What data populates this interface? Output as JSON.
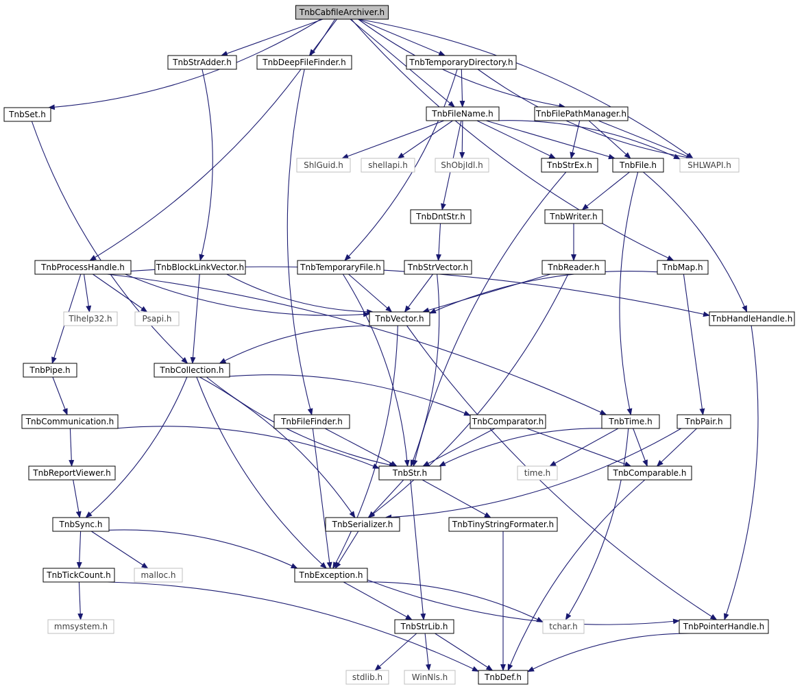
{
  "colors": {
    "edge": "#191970",
    "root_fill": "#bfbfbf",
    "node_border": "#000000",
    "external_border": "#bfbfbf",
    "external_text": "#404040",
    "text": "#000000"
  },
  "nodes": {
    "root": {
      "label": "TnbCabfileArchiver.h",
      "kind": "root"
    },
    "set": {
      "label": "TnbSet.h",
      "kind": "local"
    },
    "strAdder": {
      "label": "TnbStrAdder.h",
      "kind": "local"
    },
    "deepFileFinder": {
      "label": "TnbDeepFileFinder.h",
      "kind": "local"
    },
    "tempDir": {
      "label": "TnbTemporaryDirectory.h",
      "kind": "local"
    },
    "fileName": {
      "label": "TnbFileName.h",
      "kind": "local"
    },
    "filePathMgr": {
      "label": "TnbFilePathManager.h",
      "kind": "local"
    },
    "shlguid": {
      "label": "ShlGuid.h",
      "kind": "external"
    },
    "shellapi": {
      "label": "shellapi.h",
      "kind": "external"
    },
    "shobjidl": {
      "label": "ShObjIdl.h",
      "kind": "external"
    },
    "strEx": {
      "label": "TnbStrEx.h",
      "kind": "local"
    },
    "file": {
      "label": "TnbFile.h",
      "kind": "local"
    },
    "shlwapi": {
      "label": "SHLWAPI.h",
      "kind": "external"
    },
    "dntStr": {
      "label": "TnbDntStr.h",
      "kind": "local"
    },
    "writer": {
      "label": "TnbWriter.h",
      "kind": "local"
    },
    "processHandle": {
      "label": "TnbProcessHandle.h",
      "kind": "local"
    },
    "blockLinkVector": {
      "label": "TnbBlockLinkVector.h",
      "kind": "local"
    },
    "tempFile": {
      "label": "TnbTemporaryFile.h",
      "kind": "local"
    },
    "strVector": {
      "label": "TnbStrVector.h",
      "kind": "local"
    },
    "reader": {
      "label": "TnbReader.h",
      "kind": "local"
    },
    "map": {
      "label": "TnbMap.h",
      "kind": "local"
    },
    "tlhelp32": {
      "label": "Tlhelp32.h",
      "kind": "external"
    },
    "psapi": {
      "label": "Psapi.h",
      "kind": "external"
    },
    "vector": {
      "label": "TnbVector.h",
      "kind": "local"
    },
    "handleHandle": {
      "label": "TnbHandleHandle.h",
      "kind": "local"
    },
    "pipe": {
      "label": "TnbPipe.h",
      "kind": "local"
    },
    "collection": {
      "label": "TnbCollection.h",
      "kind": "local"
    },
    "communication": {
      "label": "TnbCommunication.h",
      "kind": "local"
    },
    "fileFinder": {
      "label": "TnbFileFinder.h",
      "kind": "local"
    },
    "comparator": {
      "label": "TnbComparator.h",
      "kind": "local"
    },
    "time": {
      "label": "TnbTime.h",
      "kind": "local"
    },
    "pair": {
      "label": "TnbPair.h",
      "kind": "local"
    },
    "reportViewer": {
      "label": "TnbReportViewer.h",
      "kind": "local"
    },
    "str": {
      "label": "TnbStr.h",
      "kind": "local"
    },
    "timeh": {
      "label": "time.h",
      "kind": "external"
    },
    "comparable": {
      "label": "TnbComparable.h",
      "kind": "local"
    },
    "sync": {
      "label": "TnbSync.h",
      "kind": "local"
    },
    "serializer": {
      "label": "TnbSerializer.h",
      "kind": "local"
    },
    "tinyFmt": {
      "label": "TnbTinyStringFormater.h",
      "kind": "local"
    },
    "tickCount": {
      "label": "TnbTickCount.h",
      "kind": "local"
    },
    "malloc": {
      "label": "malloc.h",
      "kind": "external"
    },
    "exception": {
      "label": "TnbException.h",
      "kind": "local"
    },
    "mmsystem": {
      "label": "mmsystem.h",
      "kind": "external"
    },
    "strLib": {
      "label": "TnbStrLib.h",
      "kind": "local"
    },
    "tchar": {
      "label": "tchar.h",
      "kind": "external"
    },
    "pointerHandle": {
      "label": "TnbPointerHandle.h",
      "kind": "local"
    },
    "stdlib": {
      "label": "stdlib.h",
      "kind": "external"
    },
    "winnls": {
      "label": "WinNls.h",
      "kind": "external"
    },
    "def": {
      "label": "TnbDef.h",
      "kind": "local"
    }
  },
  "edges": [
    [
      "root",
      "set"
    ],
    [
      "root",
      "strAdder"
    ],
    [
      "root",
      "deepFileFinder"
    ],
    [
      "root",
      "tempDir"
    ],
    [
      "root",
      "fileName"
    ],
    [
      "root",
      "filePathMgr"
    ],
    [
      "root",
      "processHandle"
    ],
    [
      "root",
      "map"
    ],
    [
      "root",
      "shlwapi"
    ],
    [
      "set",
      "collection"
    ],
    [
      "strAdder",
      "blockLinkVector"
    ],
    [
      "deepFileFinder",
      "fileFinder"
    ],
    [
      "tempDir",
      "fileName"
    ],
    [
      "tempDir",
      "shlwapi"
    ],
    [
      "tempDir",
      "tempFile"
    ],
    [
      "fileName",
      "shlguid"
    ],
    [
      "fileName",
      "shellapi"
    ],
    [
      "fileName",
      "shobjidl"
    ],
    [
      "fileName",
      "strEx"
    ],
    [
      "fileName",
      "file"
    ],
    [
      "fileName",
      "shlwapi"
    ],
    [
      "fileName",
      "dntStr"
    ],
    [
      "filePathMgr",
      "strEx"
    ],
    [
      "filePathMgr",
      "file"
    ],
    [
      "filePathMgr",
      "shlwapi"
    ],
    [
      "strEx",
      "str"
    ],
    [
      "file",
      "writer"
    ],
    [
      "file",
      "time"
    ],
    [
      "file",
      "handleHandle"
    ],
    [
      "dntStr",
      "strVector"
    ],
    [
      "writer",
      "reader"
    ],
    [
      "processHandle",
      "tlhelp32"
    ],
    [
      "processHandle",
      "psapi"
    ],
    [
      "processHandle",
      "vector"
    ],
    [
      "processHandle",
      "handleHandle"
    ],
    [
      "processHandle",
      "pipe"
    ],
    [
      "processHandle",
      "time"
    ],
    [
      "blockLinkVector",
      "vector"
    ],
    [
      "blockLinkVector",
      "collection"
    ],
    [
      "tempFile",
      "vector"
    ],
    [
      "tempFile",
      "str"
    ],
    [
      "strVector",
      "vector"
    ],
    [
      "strVector",
      "str"
    ],
    [
      "reader",
      "vector"
    ],
    [
      "reader",
      "serializer"
    ],
    [
      "map",
      "vector"
    ],
    [
      "map",
      "pair"
    ],
    [
      "vector",
      "collection"
    ],
    [
      "vector",
      "exception"
    ],
    [
      "vector",
      "pointerHandle"
    ],
    [
      "handleHandle",
      "pointerHandle"
    ],
    [
      "pipe",
      "communication"
    ],
    [
      "collection",
      "comparator"
    ],
    [
      "collection",
      "str"
    ],
    [
      "collection",
      "serializer"
    ],
    [
      "collection",
      "exception"
    ],
    [
      "collection",
      "sync"
    ],
    [
      "communication",
      "reportViewer"
    ],
    [
      "communication",
      "str"
    ],
    [
      "fileFinder",
      "str"
    ],
    [
      "fileFinder",
      "exception"
    ],
    [
      "comparator",
      "str"
    ],
    [
      "comparator",
      "comparable"
    ],
    [
      "time",
      "str"
    ],
    [
      "time",
      "timeh"
    ],
    [
      "time",
      "comparable"
    ],
    [
      "time",
      "tchar"
    ],
    [
      "pair",
      "comparable"
    ],
    [
      "pair",
      "serializer"
    ],
    [
      "reportViewer",
      "sync"
    ],
    [
      "str",
      "serializer"
    ],
    [
      "str",
      "tinyFmt"
    ],
    [
      "str",
      "strLib"
    ],
    [
      "comparable",
      "def"
    ],
    [
      "sync",
      "tickCount"
    ],
    [
      "sync",
      "malloc"
    ],
    [
      "sync",
      "exception"
    ],
    [
      "serializer",
      "exception"
    ],
    [
      "tinyFmt",
      "def"
    ],
    [
      "tickCount",
      "mmsystem"
    ],
    [
      "tickCount",
      "def"
    ],
    [
      "exception",
      "strLib"
    ],
    [
      "exception",
      "tchar"
    ],
    [
      "exception",
      "pointerHandle"
    ],
    [
      "strLib",
      "stdlib"
    ],
    [
      "strLib",
      "winnls"
    ],
    [
      "strLib",
      "def"
    ],
    [
      "pointerHandle",
      "def"
    ]
  ]
}
